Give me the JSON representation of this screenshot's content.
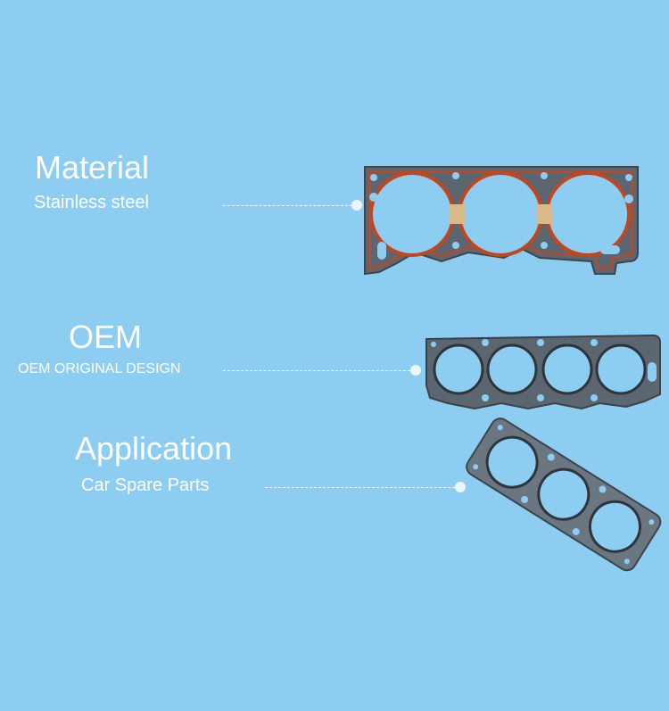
{
  "sections": [
    {
      "title": "Material",
      "subtitle": "Stainless steel"
    },
    {
      "title": "OEM",
      "subtitle": "OEM ORIGINAL DESIGN"
    },
    {
      "title": "Application",
      "subtitle": "Car Spare Parts"
    }
  ],
  "colors": {
    "background": "#8ecdf2",
    "text": "#ffffff",
    "gasket_metal": "#5b6670",
    "gasket_seal": "#c2471f"
  }
}
